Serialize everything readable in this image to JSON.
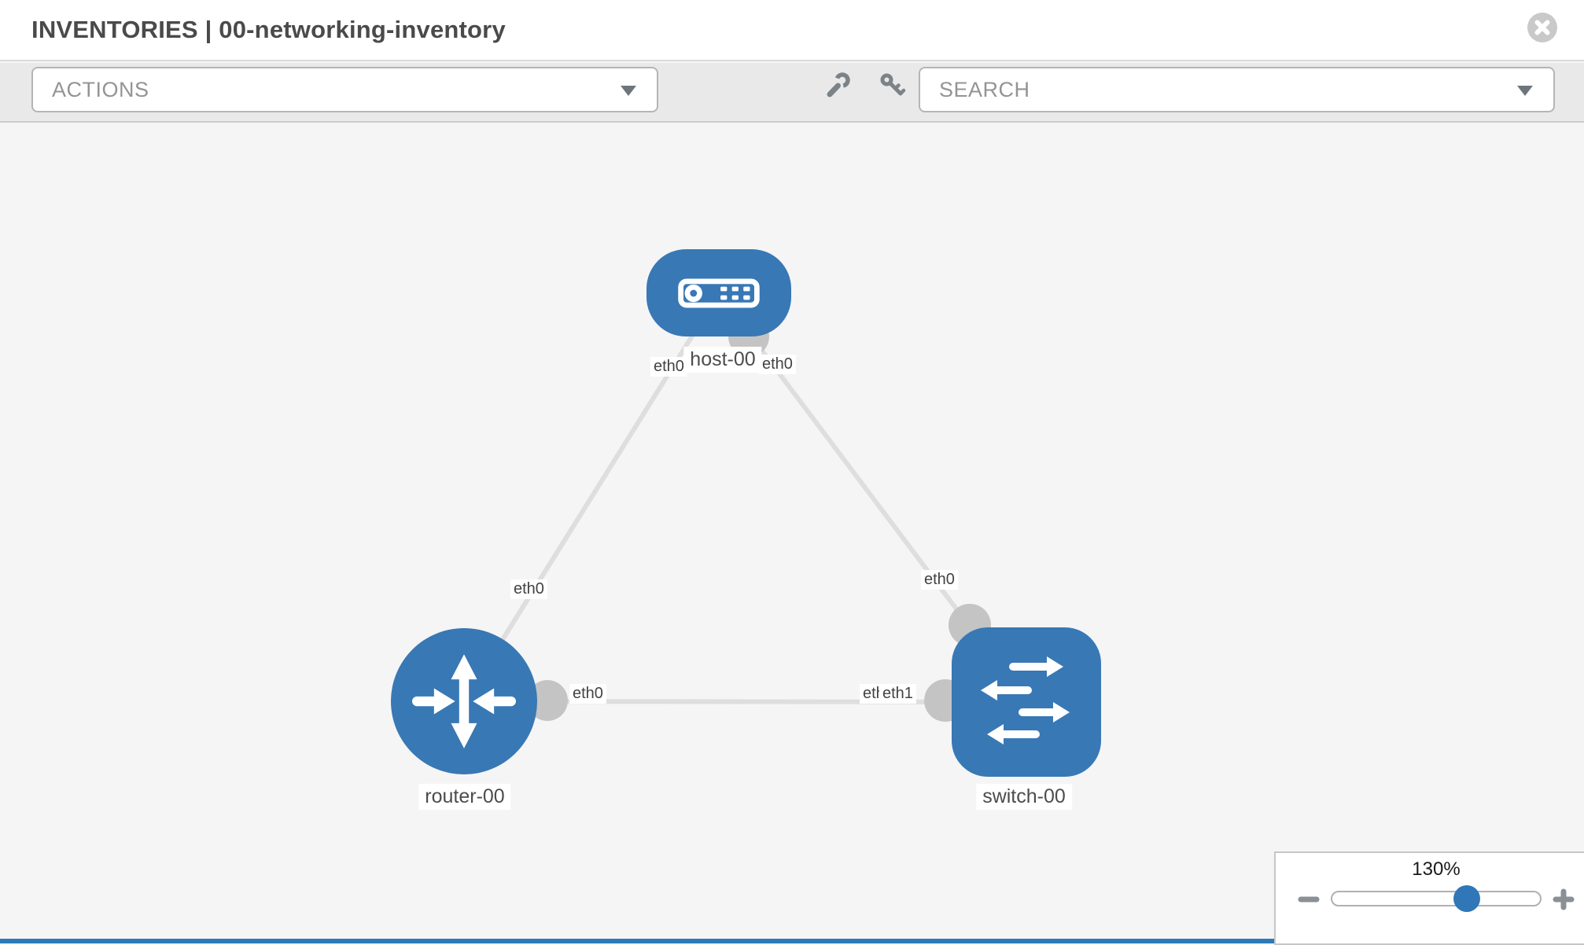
{
  "header": {
    "title": "INVENTORIES | 00-networking-inventory",
    "close_icon": "circle-close"
  },
  "toolbar": {
    "actions_dropdown": {
      "label": "ACTIONS",
      "icon": "caret-down"
    },
    "wrench_icon": "wrench",
    "key_icon": "key",
    "search_dropdown": {
      "label": "SEARCH",
      "icon": "caret-down"
    }
  },
  "topology": {
    "nodes": [
      {
        "label": "host-00",
        "type": "host"
      },
      {
        "label": "router-00",
        "type": "router"
      },
      {
        "label": "switch-00",
        "type": "switch"
      }
    ],
    "links": [
      {
        "from": "router-00",
        "to": "host-00",
        "from_interface": "eth0",
        "to_interface": "eth0"
      },
      {
        "from": "host-00",
        "to": "switch-00",
        "from_interface": "eth0",
        "to_interface": "eth0"
      },
      {
        "from": "router-00",
        "to": "switch-00",
        "from_interface": "eth0",
        "to_interface": "eth1"
      }
    ],
    "interface_labels": [
      "eth0",
      "eth0",
      "eth0",
      "eth0",
      "eth0",
      "eth0",
      "eth1"
    ]
  },
  "zoom_control": {
    "level": "130%",
    "minus_icon": "minus",
    "plus_icon": "plus"
  },
  "colors": {
    "node_blue": "#3878b5",
    "link_gray": "#dedede",
    "connector_gray": "#c4c4c4",
    "accent_blue": "#2f77b7"
  }
}
